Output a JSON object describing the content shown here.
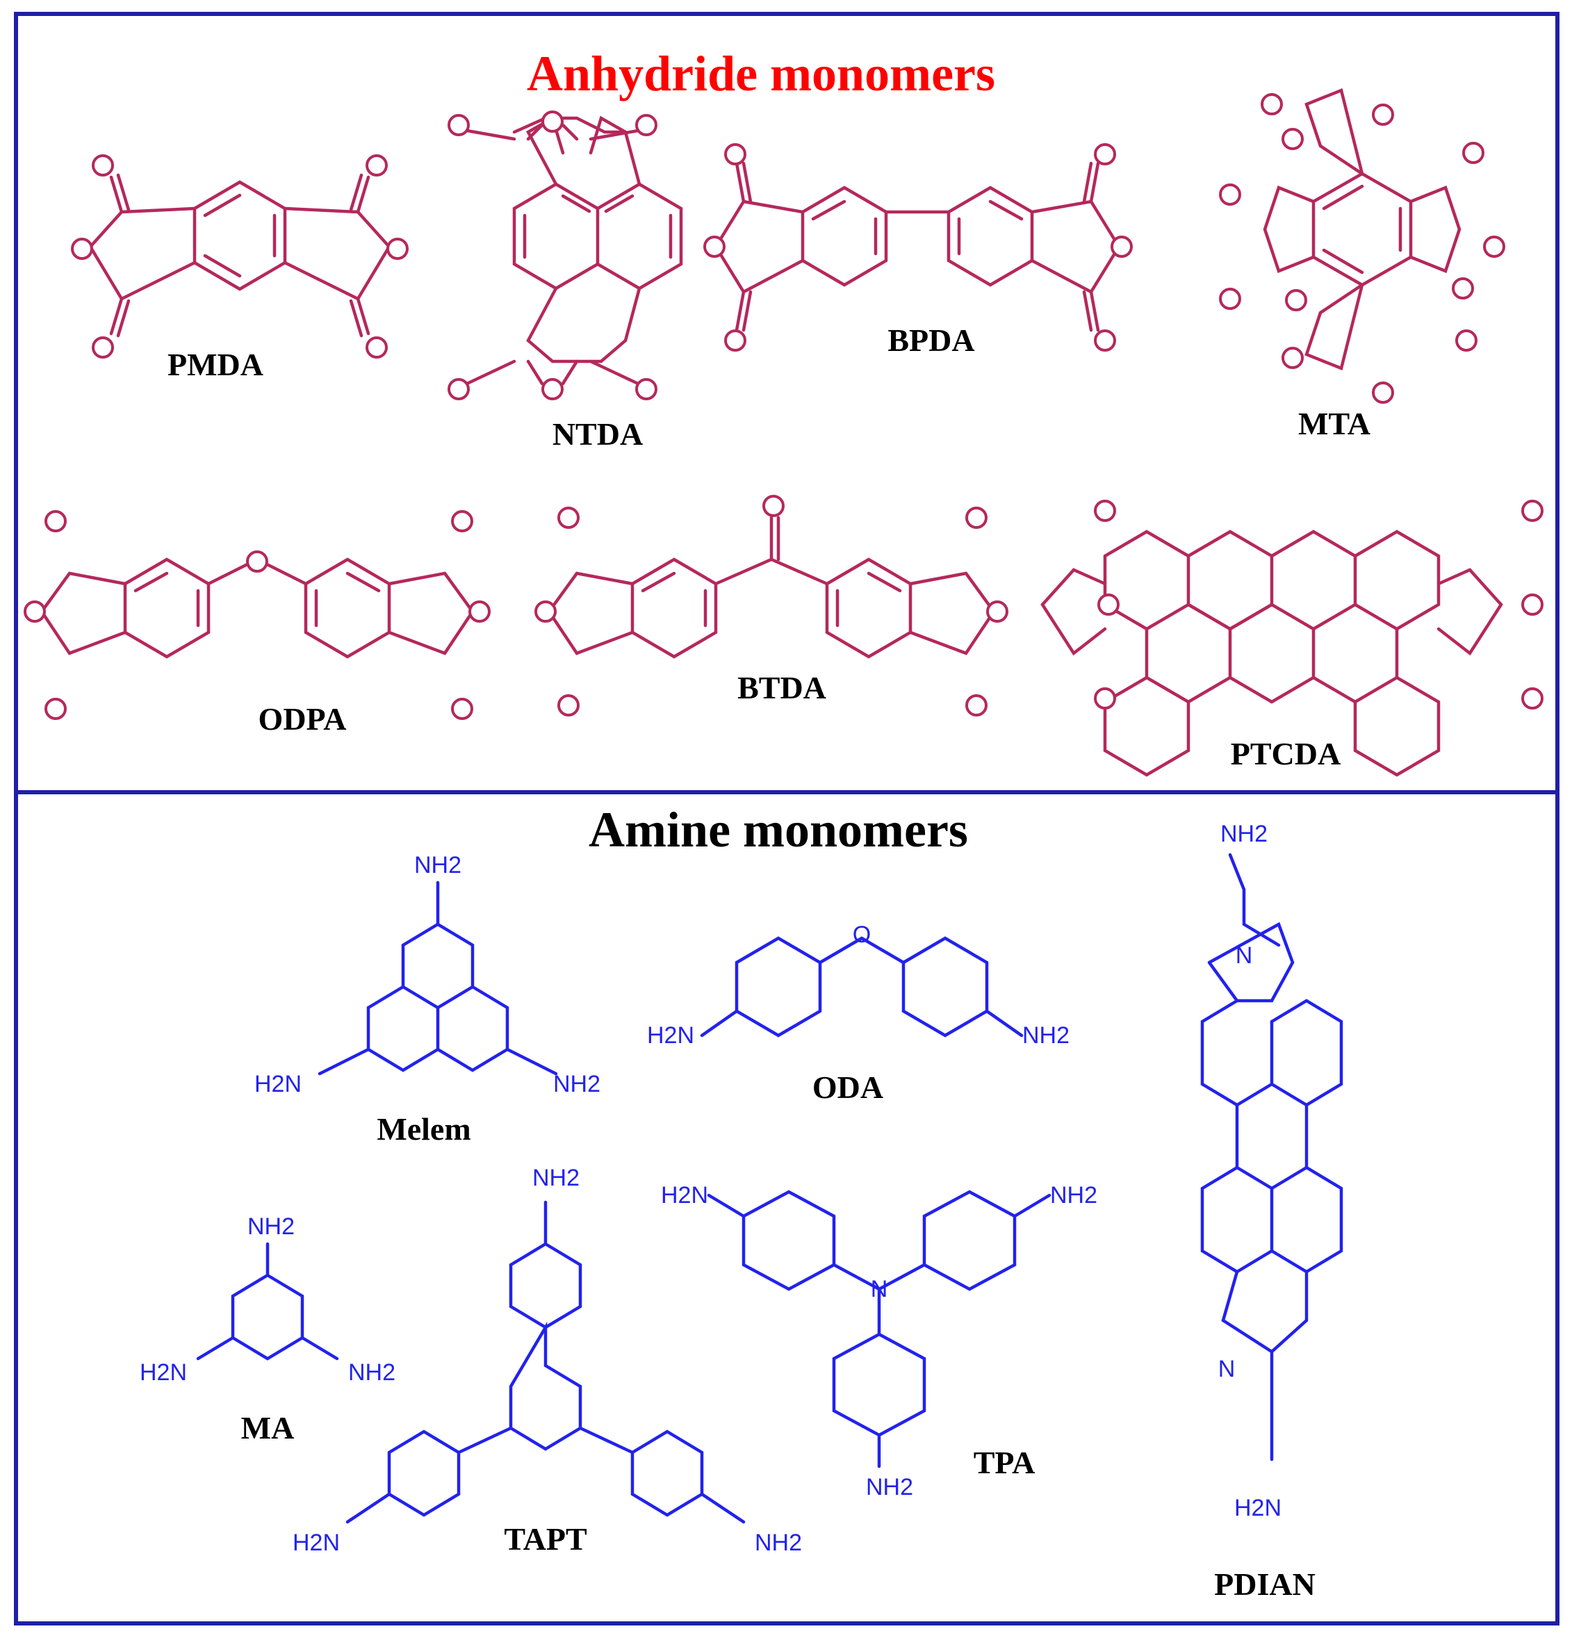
{
  "figure": {
    "anhydride_title": "Anhydride monomers",
    "amine_title": "Amine monomers",
    "anhydride_color": "#ff0000",
    "anhydride_structure_color": "#b5285a",
    "amine_structure_color": "#2222ee",
    "frame_color": "#1f1fa8"
  },
  "anhydrides": [
    {
      "id": "pmda",
      "label": "PMDA"
    },
    {
      "id": "ntda",
      "label": "NTDA"
    },
    {
      "id": "bpda",
      "label": "BPDA"
    },
    {
      "id": "mta",
      "label": "MTA"
    },
    {
      "id": "odpa",
      "label": "ODPA"
    },
    {
      "id": "btda",
      "label": "BTDA"
    },
    {
      "id": "ptcda",
      "label": "PTCDA"
    }
  ],
  "amines": [
    {
      "id": "melem",
      "label": "Melem"
    },
    {
      "id": "oda",
      "label": "ODA"
    },
    {
      "id": "pdian",
      "label": "PDIAN"
    },
    {
      "id": "ma",
      "label": "MA"
    },
    {
      "id": "tapt",
      "label": "TAPT"
    },
    {
      "id": "tpa",
      "label": "TPA"
    }
  ],
  "atoms": {
    "nh2": "NH2",
    "h2n": "H2N",
    "n": "N",
    "o": "O"
  }
}
